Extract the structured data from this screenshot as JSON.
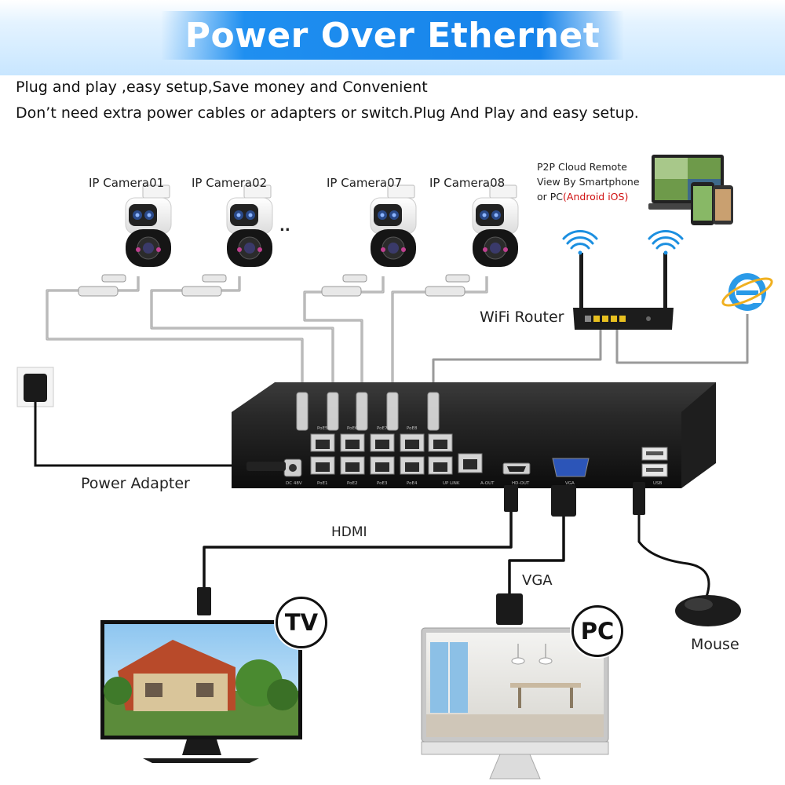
{
  "header": {
    "title": "Power Over Ethernet"
  },
  "intro": {
    "line1": "Plug and play ,easy setup,Save money and Convenient",
    "line2": "Don’t need extra power cables or adapters or switch.Plug And Play and easy setup."
  },
  "cameras": [
    {
      "label": "IP Camera01"
    },
    {
      "label": "IP Camera02"
    },
    {
      "label": "IP Camera07"
    },
    {
      "label": "IP Camera08"
    }
  ],
  "ellipsis": "..",
  "remote": {
    "line1": "P2P Cloud Remote",
    "line2": "View By Smartphone",
    "line3_prefix": "or PC",
    "line3_highlight": "(Android iOS)"
  },
  "router": {
    "label": "WiFi Router"
  },
  "power": {
    "label": "Power Adapter"
  },
  "connections": {
    "hdmi": "HDMI",
    "vga": "VGA"
  },
  "devices": {
    "tv": "TV",
    "pc": "PC",
    "mouse": "Mouse"
  },
  "nvr": {
    "port_labels": [
      "PoE1",
      "PoE2",
      "PoE3",
      "PoE4",
      "UP LINK",
      "A-OUT",
      "HD-OUT",
      "VGA",
      "USB",
      "DC 48V"
    ],
    "top_port_labels": [
      "PoE5",
      "PoE6",
      "PoE7",
      "PoE8"
    ]
  }
}
